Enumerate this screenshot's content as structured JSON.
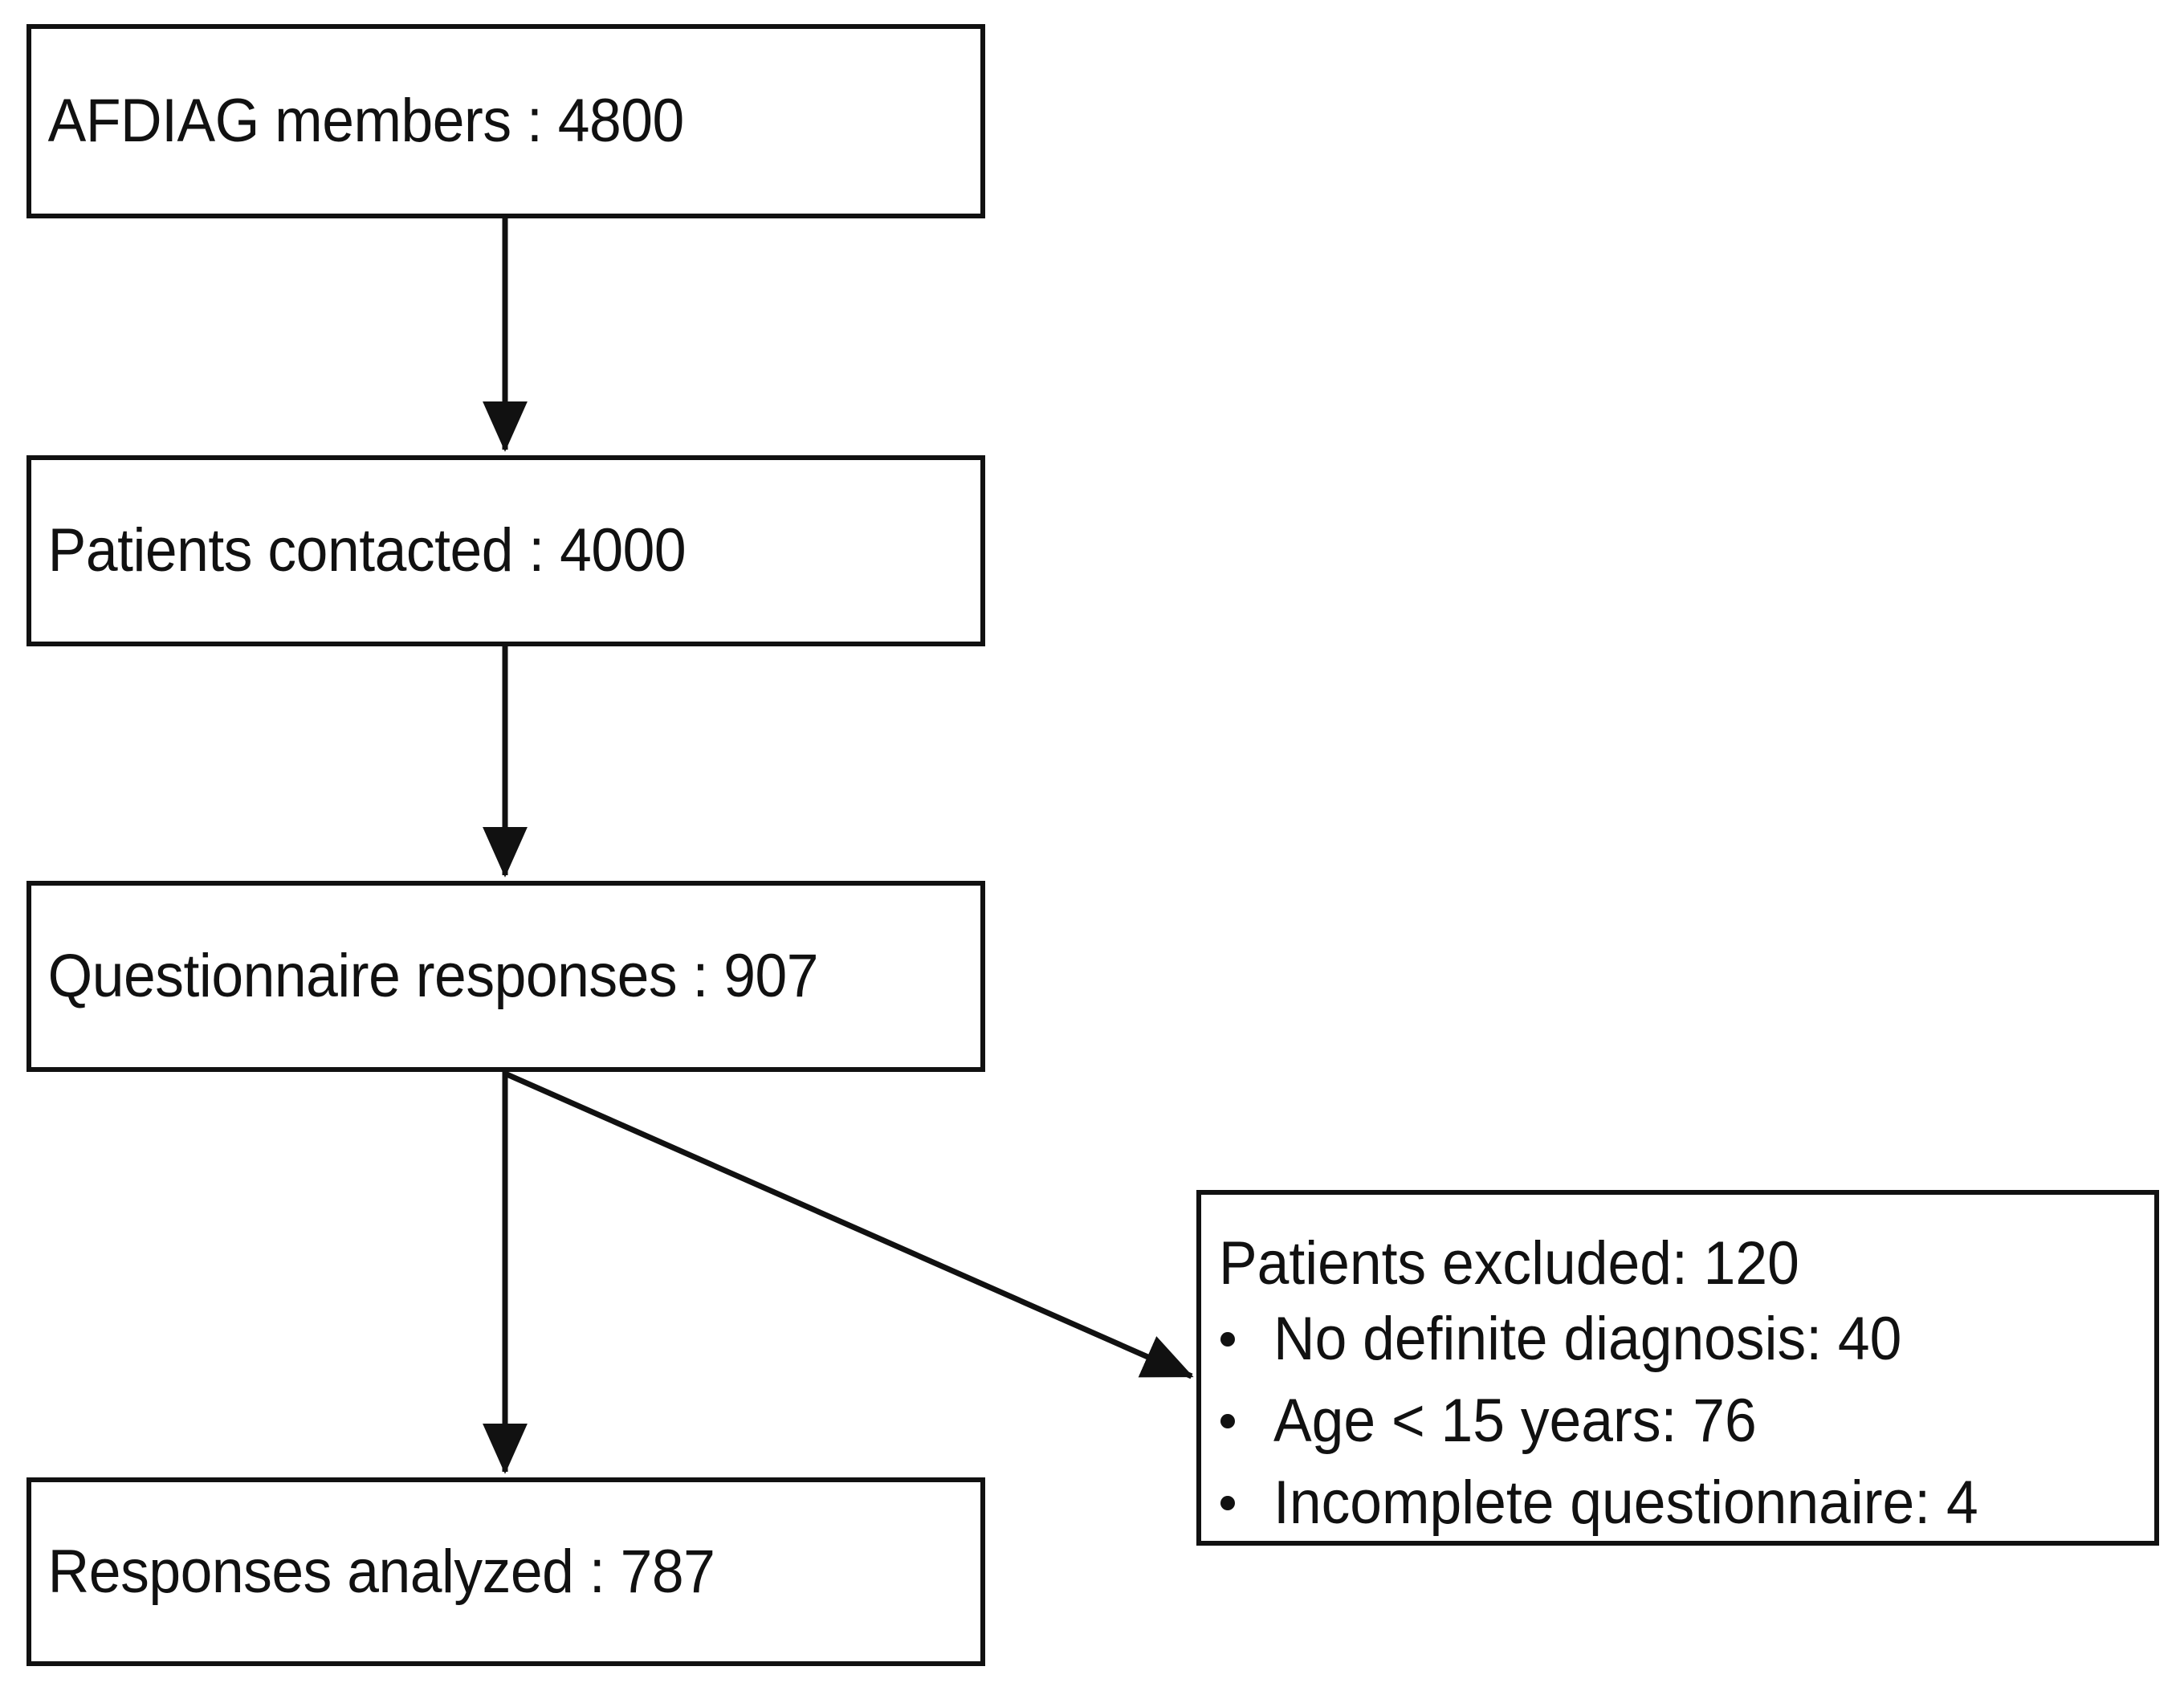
{
  "diagram": {
    "type": "flowchart",
    "orientation": "top-to-bottom",
    "nodes": [
      {
        "id": "members",
        "label": "AFDIAG members : 4800"
      },
      {
        "id": "contacted",
        "label": "Patients contacted : 4000"
      },
      {
        "id": "responses",
        "label": "Questionnaire responses : 907"
      },
      {
        "id": "analyzed",
        "label": "Responses analyzed : 787"
      }
    ],
    "excluded": {
      "heading": "Patients excluded: 120",
      "items": [
        {
          "label": "No definite diagnosis: 40"
        },
        {
          "label": "Age < 15 years: 76"
        },
        {
          "label": "Incomplete questionnaire: 4"
        }
      ]
    },
    "colors": {
      "stroke": "#111111",
      "fill": "#ffffff",
      "text": "#111111"
    }
  }
}
